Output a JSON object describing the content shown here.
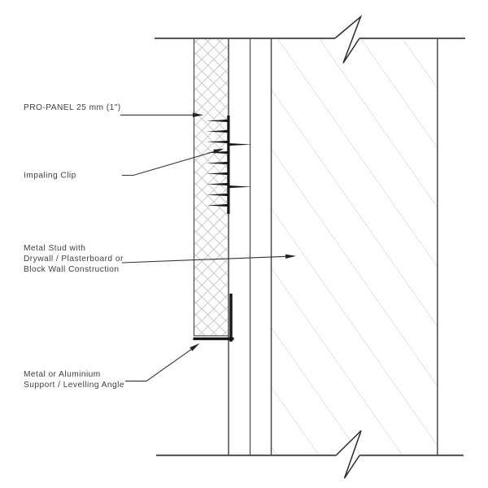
{
  "drawing": {
    "type": "architectural-wall-section-detail",
    "labels": {
      "pro_panel": "PRO-PANEL 25 mm (1\")",
      "impaling_clip": "Impaling Clip",
      "metal_stud_line1": "Metal Stud with",
      "metal_stud_line2": "Drywall / Plasterboard or",
      "metal_stud_line3": "Block Wall Construction",
      "support_angle_line1": "Metal or Aluminium",
      "support_angle_line2": "Support / Levelling Angle"
    },
    "colors": {
      "background": "#ffffff",
      "line_work": "#454545",
      "clip_metal": "#151515",
      "hatch_light": "#c6c6c6",
      "text": "#3e3e3e"
    }
  }
}
